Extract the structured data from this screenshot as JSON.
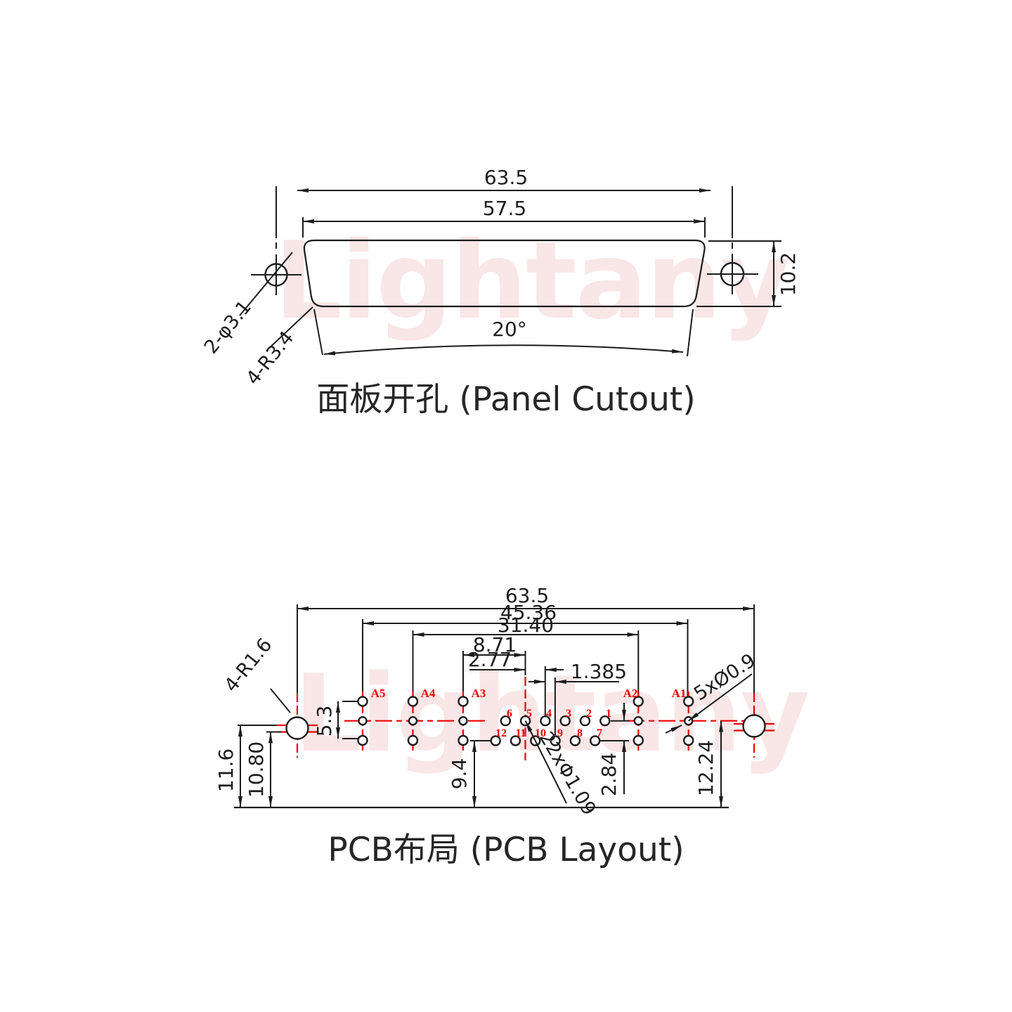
{
  "watermark": {
    "text": "Lightany"
  },
  "colors": {
    "line": "#1c1c1c",
    "accent_red": "#ee0000",
    "watermark_pink": "#f6d7d7"
  },
  "panel": {
    "title": "面板开孔 (Panel Cutout)",
    "dim_outer": "63.5",
    "dim_inner": "57.5",
    "dim_height": "10.2",
    "dim_angle": "20°",
    "label_holes": "2-φ3.1",
    "label_corner_radius": "4-R3.4"
  },
  "pcb": {
    "title": "PCB布局 (PCB Layout)",
    "dim_overall": "63.5",
    "dim_a_span": "45.36",
    "dim_inner_span": "31.40",
    "dim_a3_offset": "8.71",
    "dim_pitch": "2.77",
    "dim_half_pitch": "1.385",
    "dim_shield_span": "5.3",
    "dim_row2_height": "9.4",
    "dim_row_gap": "2.84",
    "dim_row1_height": "12.24",
    "dim_mount_height": "11.6",
    "dim_mount_ref": "10.80",
    "label_mount_radius": "4-R1.6",
    "label_coax_holes": "5xØ0.9",
    "label_signal_holes": "22xΦ1.09",
    "coax_labels": [
      "A5",
      "A4",
      "A3",
      "A2",
      "A1"
    ],
    "row1_pins": [
      "6",
      "5",
      "4",
      "3",
      "2",
      "1"
    ],
    "row2_pins": [
      "12",
      "11",
      "10",
      "9",
      "8",
      "7"
    ]
  }
}
